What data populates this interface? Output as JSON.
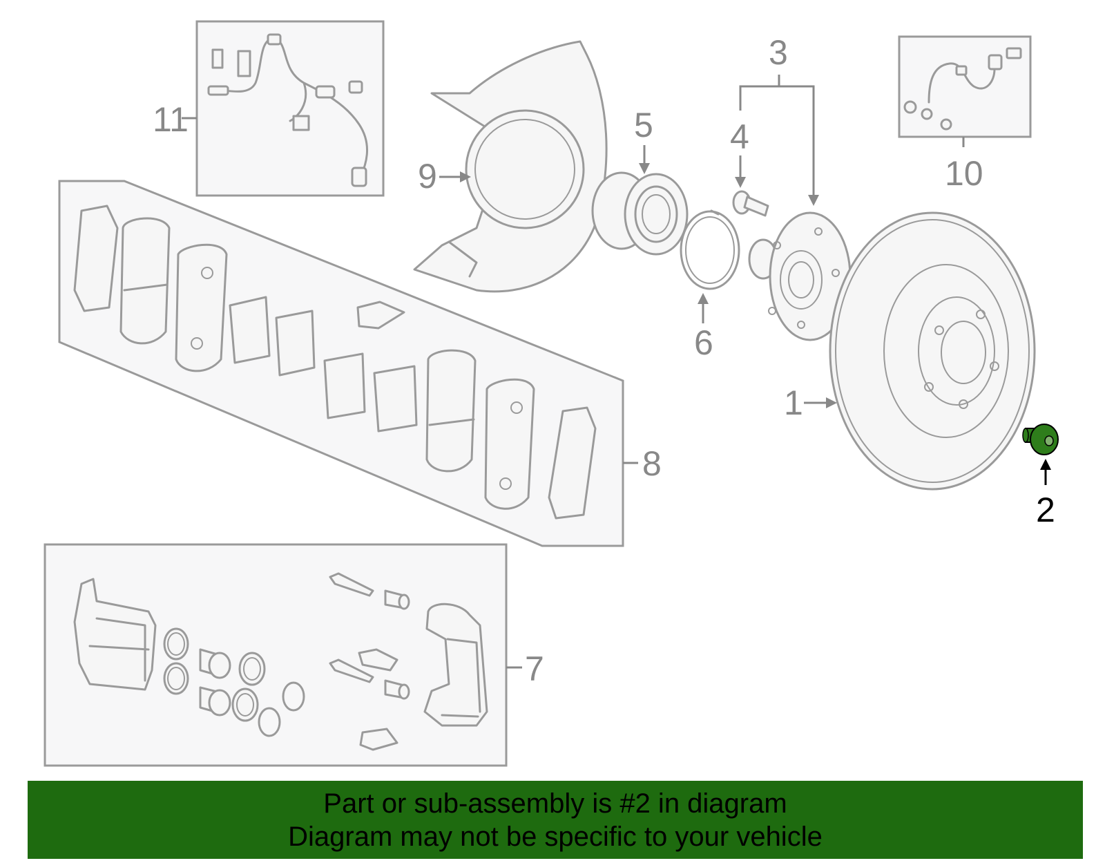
{
  "diagram": {
    "highlight_part": "2",
    "colors": {
      "highlight": "#2e7d1b",
      "line": "#9a9a9a",
      "callout": "#888888",
      "banner": "#1e6b0f"
    },
    "callouts": {
      "c1": "1",
      "c2": "2",
      "c3": "3",
      "c4": "4",
      "c5": "5",
      "c6": "6",
      "c7": "7",
      "c8": "8",
      "c9": "9",
      "c10": "10",
      "c11": "11"
    }
  },
  "banner": {
    "line1": "Part or sub-assembly is #2 in diagram",
    "line2": "Diagram may not be specific to your vehicle"
  }
}
